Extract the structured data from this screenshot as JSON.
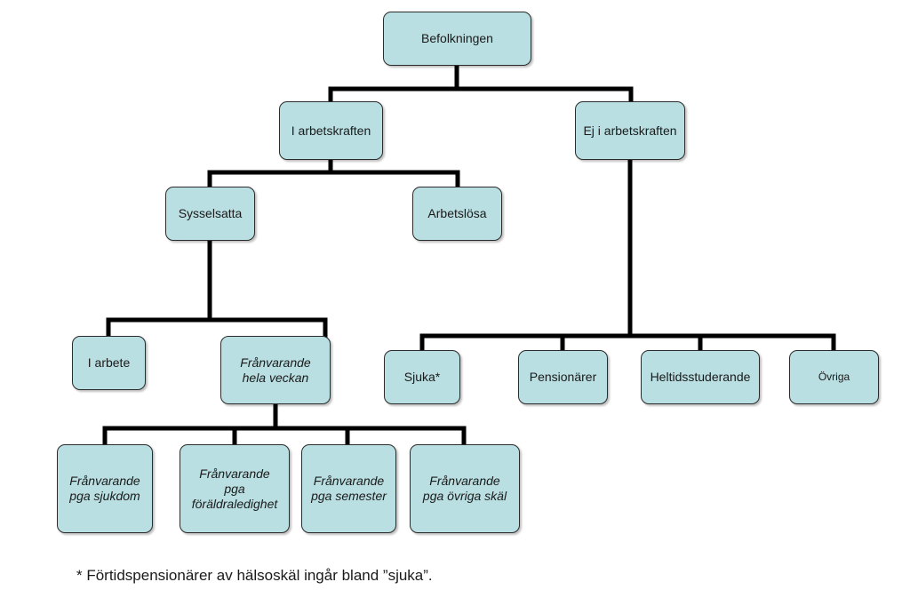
{
  "nodes": {
    "befolkningen": "Befolkningen",
    "i_arbetskraften": "I arbetskraften",
    "ej_i_arbetskraften": "Ej i arbetskraften",
    "sysselsatta": "Sysselsatta",
    "arbetslosa": "Arbetslösa",
    "i_arbete": "I arbete",
    "franvarande_hela_veckan": "Frånvarande\nhela veckan",
    "sjuka": "Sjuka*",
    "pensionarer": "Pensionärer",
    "heltidsstuderande": "Heltidsstuderande",
    "ovriga": "Övriga",
    "franvarande_sjukdom": "Frånvarande\npga sjukdom",
    "franvarande_foraldraledighet": "Frånvarande\npga\nföräldraledighet",
    "franvarande_semester": "Frånvarande\npga semester",
    "franvarande_ovriga": "Frånvarande\npga övriga skäl"
  },
  "footnote": "* Förtidspensionärer av hälsoskäl ingår bland ”sjuka”."
}
